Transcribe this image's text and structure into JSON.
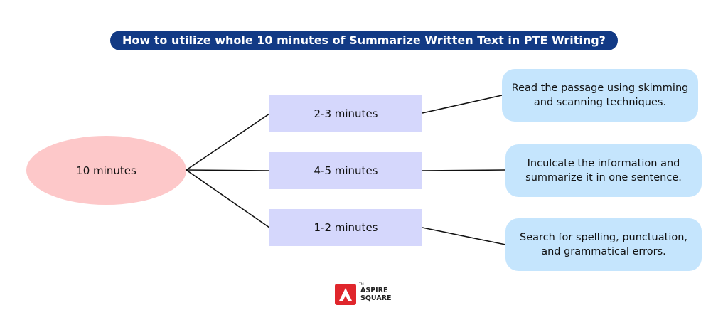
{
  "title": "How to utilize whole 10 minutes of Summarize Written Text in PTE Writing?",
  "root": {
    "label": "10 minutes"
  },
  "steps": [
    {
      "label": "2-3 minutes",
      "description": [
        "Read the passage using skimming",
        "and scanning techniques."
      ]
    },
    {
      "label": "4-5 minutes",
      "description": [
        "Inculcate the information and",
        "summarize it in one sentence."
      ]
    },
    {
      "label": "1-2 minutes",
      "description": [
        "Search for spelling, punctuation,",
        "and grammatical errors."
      ]
    }
  ],
  "brand": {
    "line1": "ASPIRE",
    "line2": "SQUARE",
    "trademark": "TM",
    "logo_color": "#e0262c"
  },
  "colors": {
    "title_bg": "#123a85",
    "root_fill": "#fdc8c9",
    "step_fill": "#d5d7fc",
    "description_fill": "#c5e5fd"
  }
}
